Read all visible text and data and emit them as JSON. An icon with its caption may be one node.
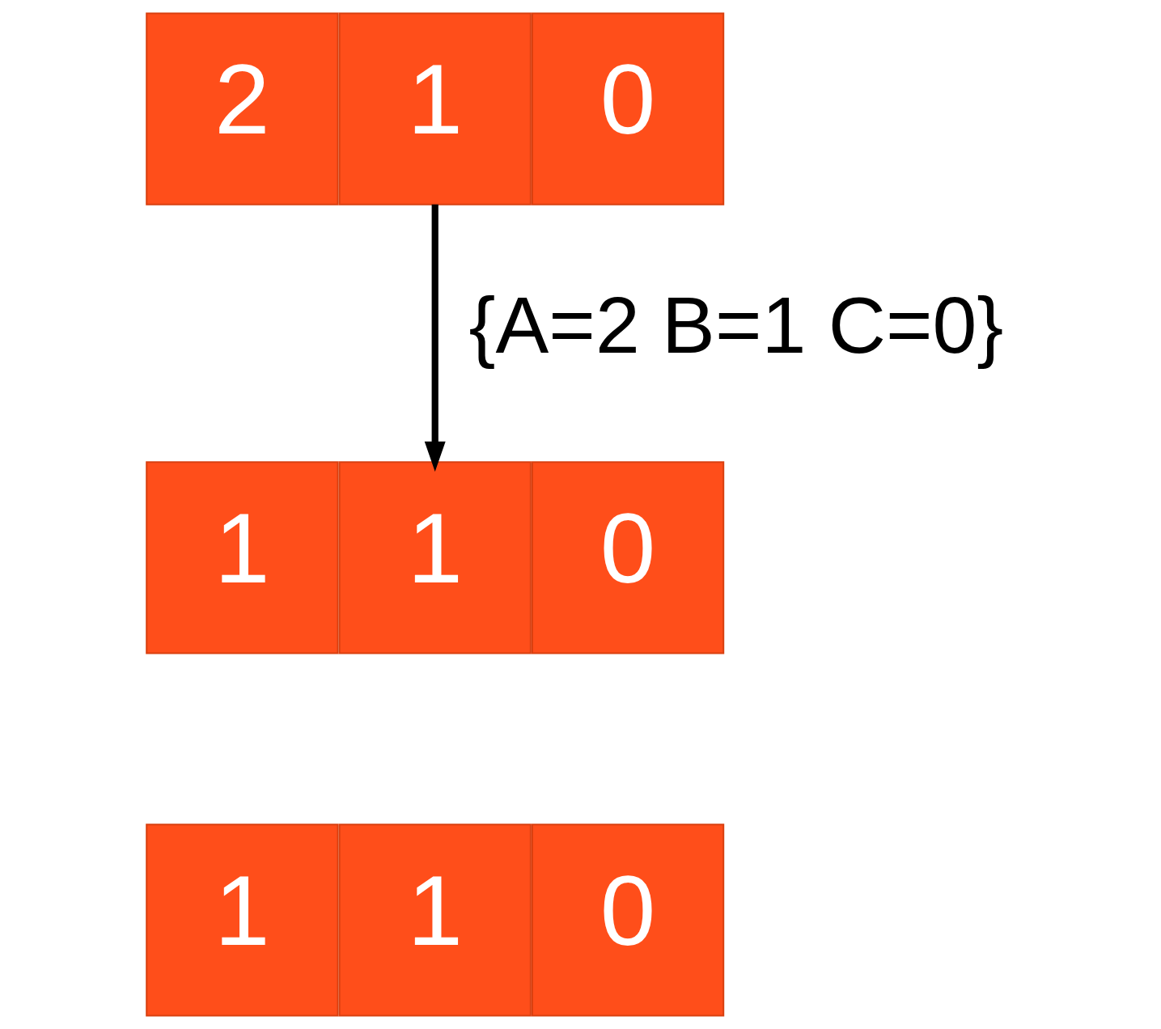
{
  "diagram": {
    "nodes": [
      {
        "text": [
          "2"
        ]
      },
      {
        "text": [
          "1"
        ]
      },
      {
        "text": [
          "0"
        ]
      },
      {
        "text": [
          "1"
        ]
      },
      {
        "text": [
          "1"
        ]
      },
      {
        "text": [
          "0"
        ]
      },
      {
        "text": [
          "1"
        ]
      },
      {
        "text": [
          "1"
        ]
      },
      {
        "text": [
          "0"
        ]
      }
    ],
    "edges": [
      {
        "from": 1,
        "to": 4,
        "arrow": "to",
        "label": "{A=2 B=1 C=0}"
      }
    ]
  }
}
